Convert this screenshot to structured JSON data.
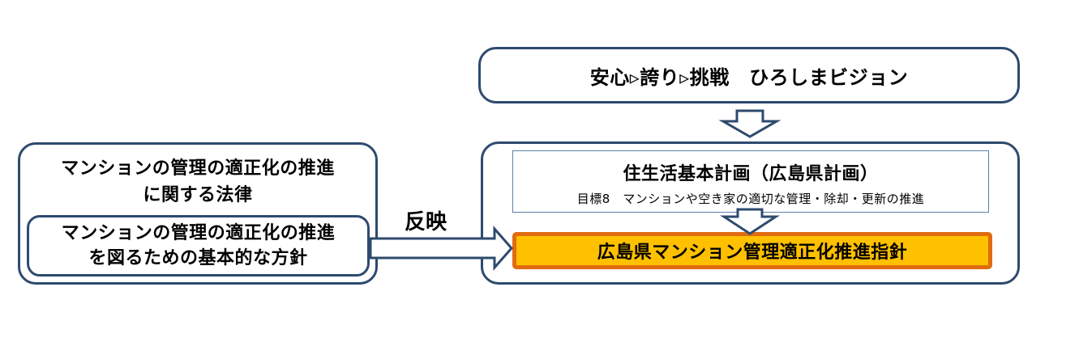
{
  "vision": {
    "label": "安心▹誇り▹挑戦　ひろしまビジョン"
  },
  "housing_plan": {
    "title": "住生活基本計画（広島県計画）",
    "subtitle": "目標8　マンションや空き家の適切な管理・除却・更新の推進"
  },
  "guideline": {
    "label": "広島県マンション管理適正化推進指針"
  },
  "law": {
    "title_line1": "マンションの管理の適正化の推進",
    "title_line2": "に関する法律",
    "basic_policy_line1": "マンションの管理の適正化の推進",
    "basic_policy_line2": "を図るための基本的な方針"
  },
  "reflect": {
    "label": "反映"
  },
  "colors": {
    "border": "#2e4a6e",
    "guideline_fill": "#ffc000",
    "guideline_border": "#e06b10",
    "plan_border": "#5b7fa8"
  }
}
